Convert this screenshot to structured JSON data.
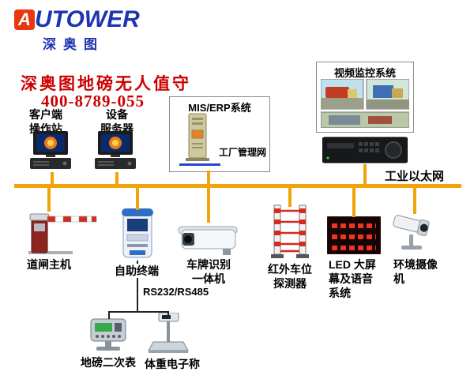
{
  "brand": {
    "logo_a": "A",
    "logo_rest": "UTOWER",
    "logo_sub": "深奥图"
  },
  "header": {
    "title": "深奥图地磅无人值守",
    "phone": "400-8789-055"
  },
  "upper": {
    "client_station": "客户端\n操作站",
    "device_server": "设备\n服务器",
    "mis_erp_title": "MIS/ERP系统",
    "factory_net": "工厂管理网",
    "video_title": "视频监控系统"
  },
  "bus": {
    "label": "工业以太网"
  },
  "devices": {
    "barrier": "道闸主机",
    "kiosk": "自助终端",
    "lpr": "车牌识别\n一体机",
    "ir_detector": "红外车位\n探测器",
    "led_system": "LED 大屏\n幕及语音\n系统",
    "env_camera": "环境摄像\n机"
  },
  "serial": {
    "label": "RS232/RS485",
    "meter": "地磅二次表",
    "scale": "体重电子称"
  },
  "colors": {
    "bus": "#f0a30a",
    "red_text": "#cc0000",
    "logo_blue": "#1f35b0",
    "logo_red": "#e8380d",
    "line_black": "#222222"
  }
}
